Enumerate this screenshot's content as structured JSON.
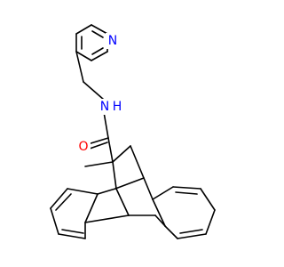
{
  "diagram": {
    "kind": "chemical-structure",
    "colors": {
      "background": "#ffffff",
      "bond": "#000000",
      "nitrogen": "#0000ff",
      "oxygen": "#ff0000",
      "carbon_label": "#000000"
    },
    "atom_labels": {
      "pyridine_nitrogen": "N",
      "amide_nitrogen": "N",
      "amide_hydrogen": "H",
      "carbonyl_oxygen": "O"
    }
  }
}
